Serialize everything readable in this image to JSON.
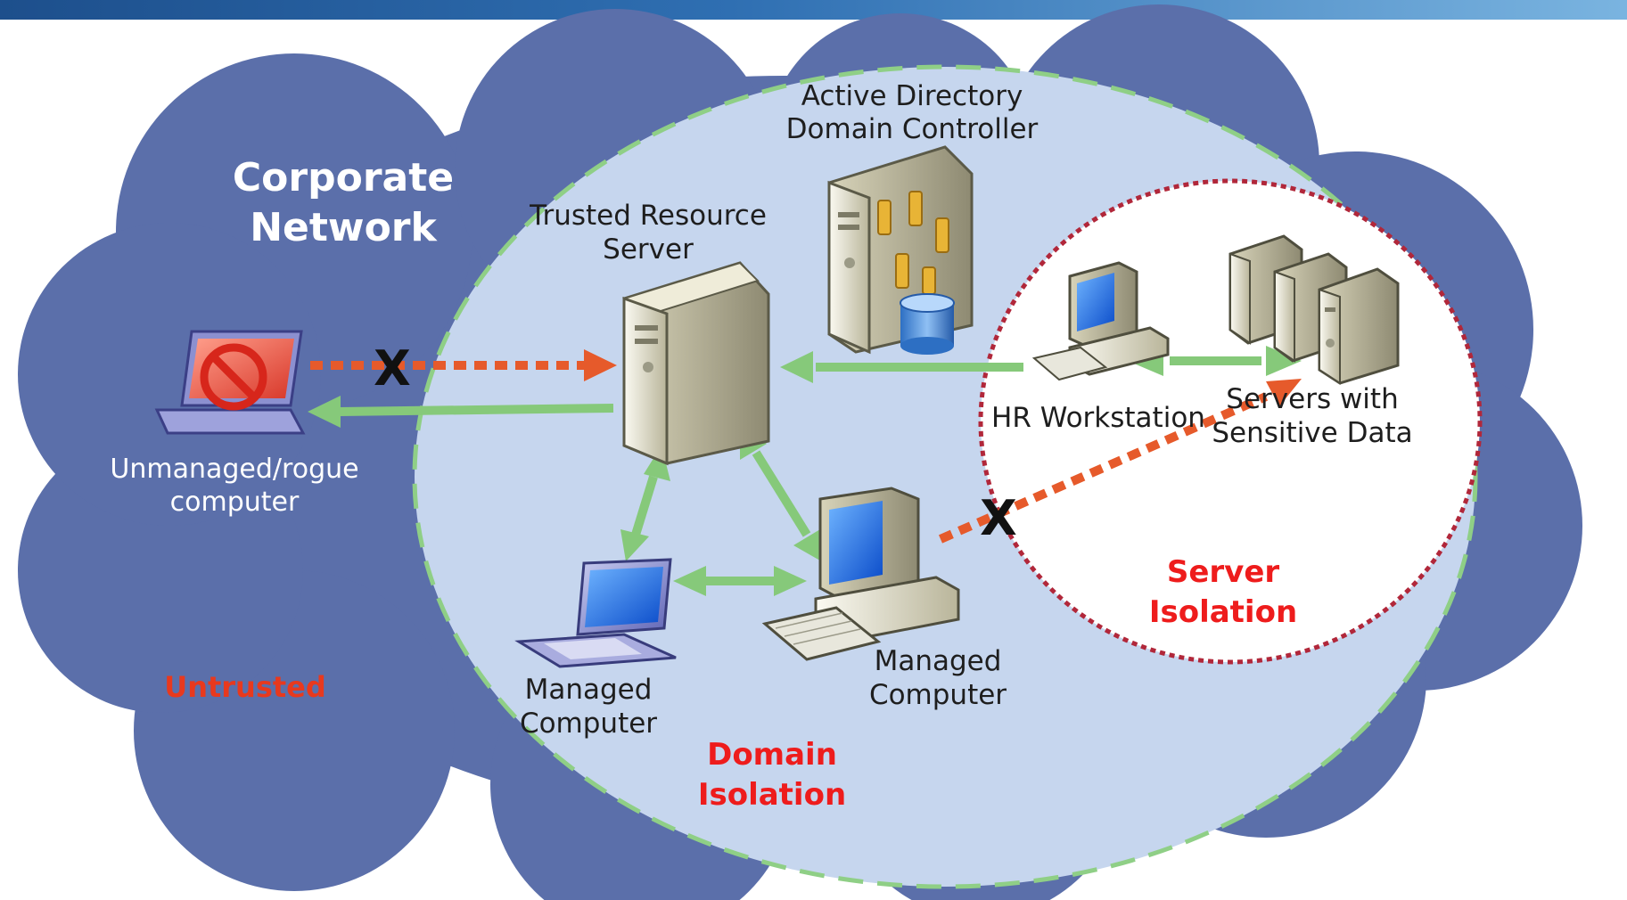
{
  "labels": {
    "corporate_network": [
      "Corporate",
      "Network"
    ],
    "untrusted": "Untrusted",
    "domain_isolation": [
      "Domain",
      "Isolation"
    ],
    "server_isolation": [
      "Server",
      "Isolation"
    ],
    "active_directory": [
      "Active Directory",
      "Domain Controller"
    ],
    "trusted_resource_server": [
      "Trusted Resource",
      "Server"
    ],
    "unmanaged_computer": [
      "Unmanaged/rogue",
      "computer"
    ],
    "hr_workstation": "HR Workstation",
    "sensitive_servers": [
      "Servers with",
      "Sensitive Data"
    ],
    "managed_computer_laptop": [
      "Managed",
      "Computer"
    ],
    "managed_computer_desktop": [
      "Managed",
      "Computer"
    ],
    "blocked_mark": "X"
  },
  "colors": {
    "cloud": "#5b6faa",
    "domain_zone": "#c6d6ee",
    "domain_border": "#8fcf86",
    "server_zone": "#ffffff",
    "server_border": "#b1273a",
    "allowed_arrow": "#86c97a",
    "blocked_arrow": "#e65a2b",
    "label_red": "#ee1c1c"
  },
  "icons": {
    "rogue": "laptop-blocked-icon",
    "server": "server-tower-icon",
    "domain_controller": "domain-controller-icon",
    "hr": "desktop-workstation-icon",
    "sensitive": "server-group-icon",
    "laptop": "laptop-icon",
    "desktop": "desktop-computer-icon"
  }
}
